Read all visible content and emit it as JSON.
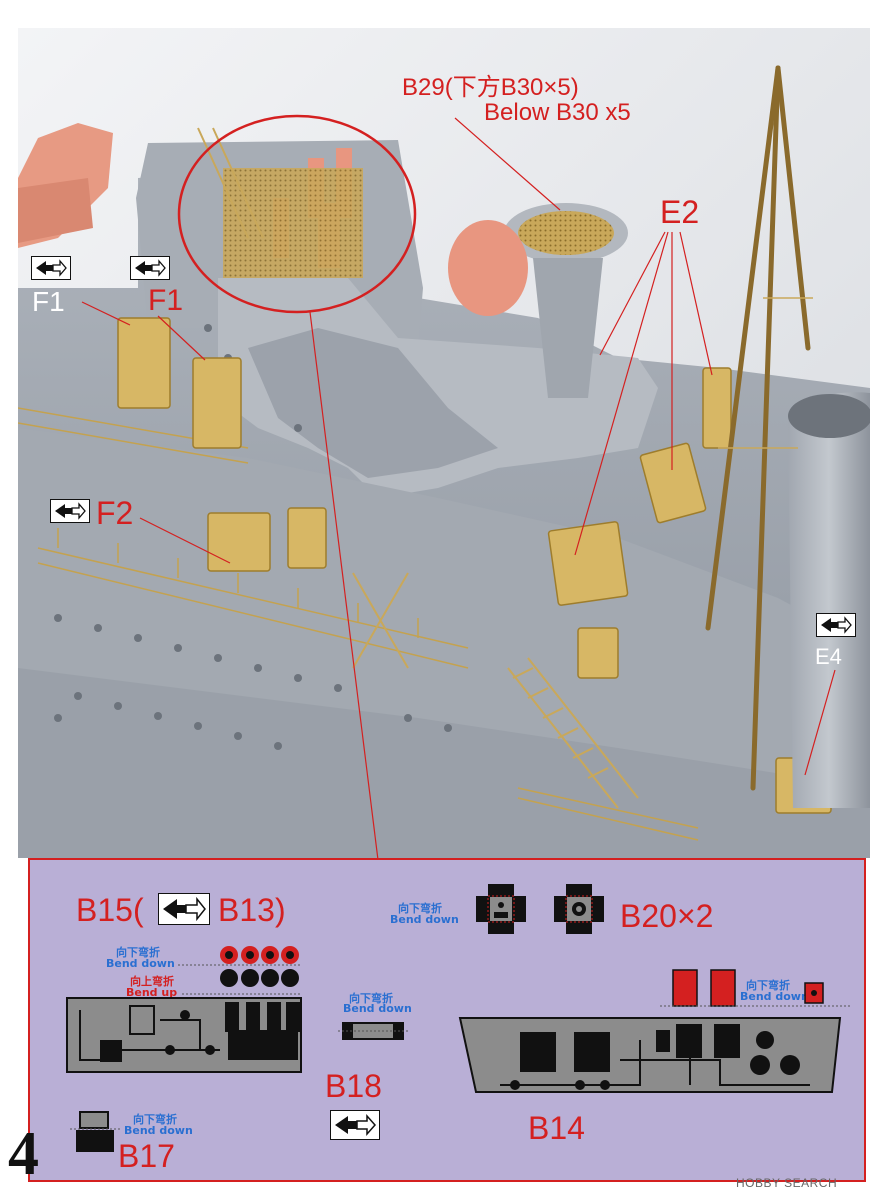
{
  "callouts": {
    "b29_line1": "B29(下方B30×5)",
    "b29_line2": "Below B30 x5",
    "e2": "E2",
    "f1_left": "F1",
    "f1_right": "F1",
    "f2": "F2",
    "e4": "E4"
  },
  "detail_panel": {
    "b15_prefix": "B15(",
    "b15_suffix": "B13)",
    "b15_bend_down_cn": "向下弯折",
    "b15_bend_down_en": "Bend down",
    "b15_bend_up_cn": "向上弯折",
    "b15_bend_up_en": "Bend up",
    "b18_bend_down_cn": "向下弯折",
    "b18_bend_down_en": "Bend down",
    "b18": "B18",
    "b17_bend_down_cn": "向下弯折",
    "b17_bend_down_en": "Bend down",
    "b17": "B17",
    "b20_bend_down_cn": "向下弯折",
    "b20_bend_down_en": "Bend down",
    "b20": "B20×2",
    "b14_bend_down_cn": "向下弯折",
    "b14_bend_down_en": "Bend down",
    "b14": "B14"
  },
  "page_number": "4",
  "watermark": "HOBBY SEARCH",
  "colors": {
    "accent_red": "#d42020",
    "panel_bg": "#b9afd6",
    "instruction_blue": "#2a6fd1"
  }
}
